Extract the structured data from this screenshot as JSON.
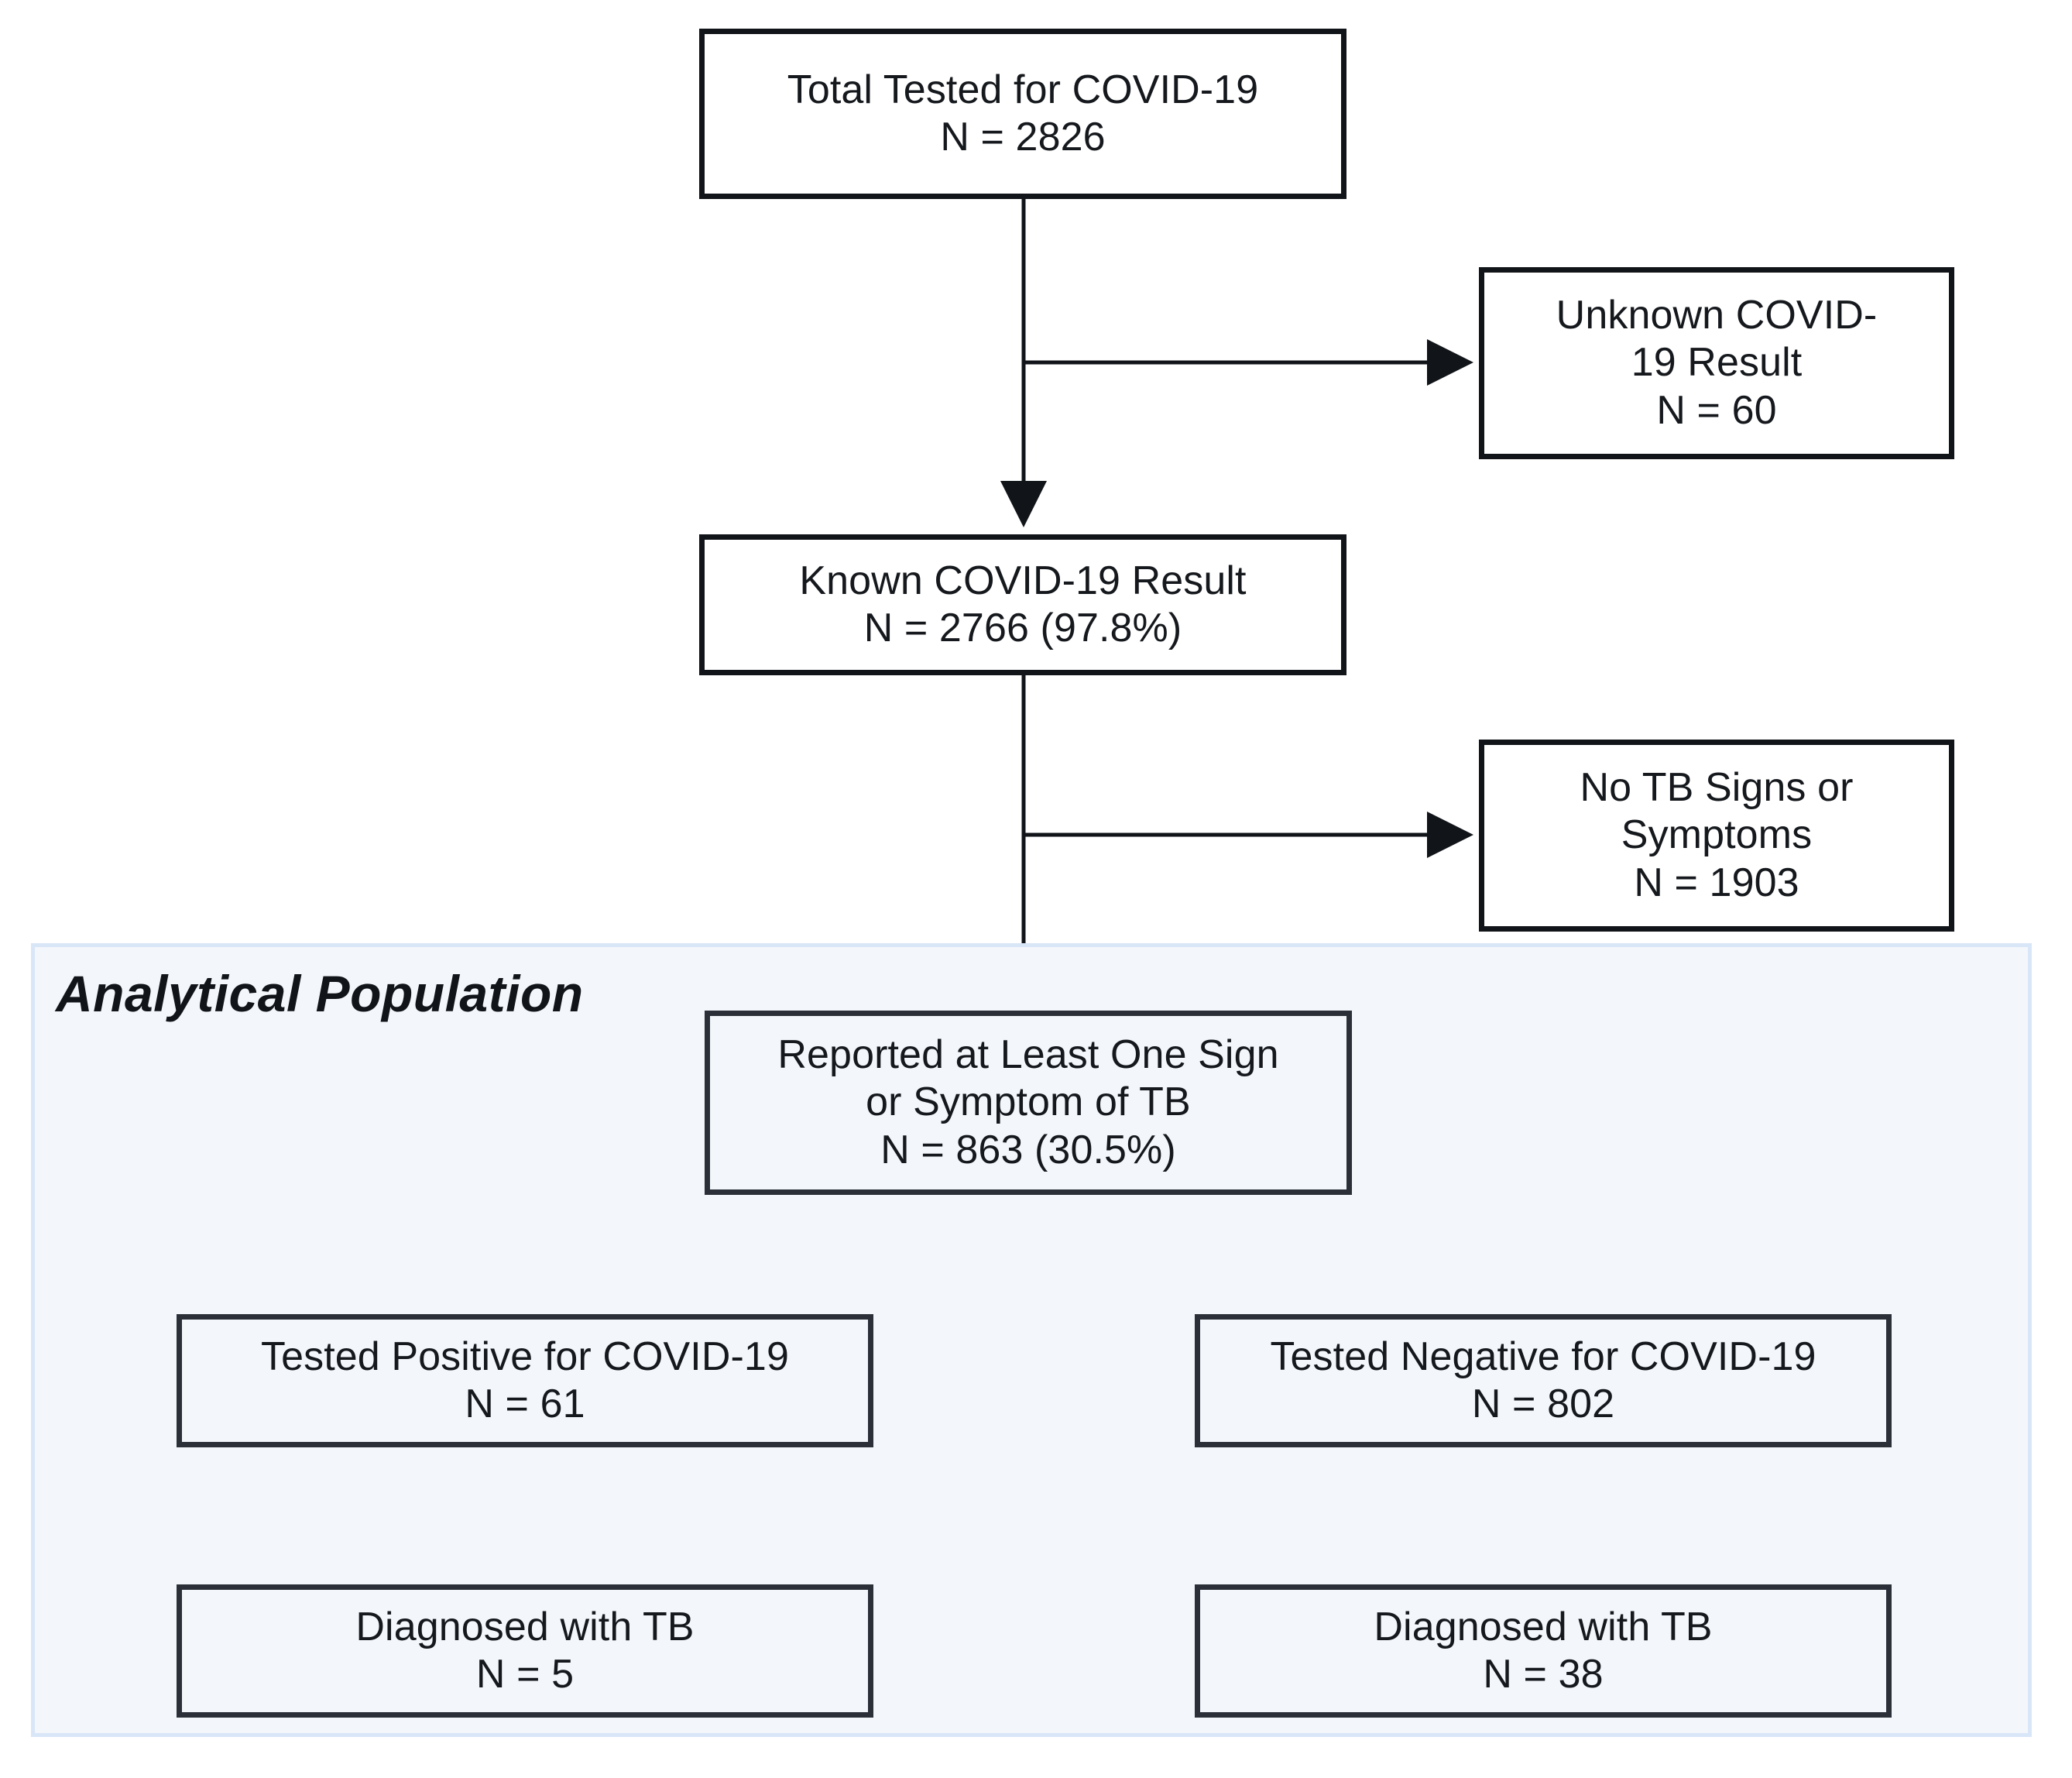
{
  "diagram": {
    "type": "flowchart",
    "title": "COVID-19 and TB screening participant flow",
    "panel": {
      "label": "Analytical Population",
      "fill_color": "#f3f6fb",
      "border_color": "#d9e6f7"
    },
    "colors": {
      "node_border": "#111418",
      "node_border_shaded": "#2b3038",
      "node_fill": "#ffffff",
      "node_fill_shaded": "#f3f6fb",
      "connector": "#3a4049",
      "text": "#15181c"
    },
    "nodes": [
      {
        "id": "total",
        "lines": [
          "Total Tested for COVID-19",
          "N = 2826"
        ],
        "n": 2826,
        "shaded": false
      },
      {
        "id": "unknown",
        "lines": [
          "Unknown COVID-",
          "19 Result",
          "N = 60"
        ],
        "n": 60,
        "shaded": false
      },
      {
        "id": "known",
        "lines": [
          "Known COVID-19 Result",
          "N = 2766 (97.8%)"
        ],
        "n": 2766,
        "percent": "97.8%",
        "shaded": false
      },
      {
        "id": "no_tb",
        "lines": [
          "No TB Signs or",
          "Symptoms",
          "N = 1903"
        ],
        "n": 1903,
        "shaded": false
      },
      {
        "id": "reported",
        "lines": [
          "Reported at Least One Sign",
          "or Symptom of TB",
          "N = 863 (30.5%)"
        ],
        "n": 863,
        "percent": "30.5%",
        "shaded": true
      },
      {
        "id": "tested_positive",
        "lines": [
          "Tested Positive for COVID-19",
          "N = 61"
        ],
        "n": 61,
        "shaded": true
      },
      {
        "id": "tested_negative",
        "lines": [
          "Tested Negative for COVID-19",
          "N = 802"
        ],
        "n": 802,
        "shaded": true
      },
      {
        "id": "tb_left",
        "lines": [
          "Diagnosed with TB",
          "N = 5"
        ],
        "n": 5,
        "shaded": true
      },
      {
        "id": "tb_right",
        "lines": [
          "Diagnosed with TB",
          "N = 38"
        ],
        "n": 38,
        "shaded": true
      }
    ],
    "edges": [
      {
        "from": "total",
        "to": "known",
        "style": "straight-down-arrow"
      },
      {
        "from": "total",
        "to": "unknown",
        "style": "branch-right-arrow"
      },
      {
        "from": "known",
        "to": "reported",
        "style": "straight-down-arrow"
      },
      {
        "from": "known",
        "to": "no_tb",
        "style": "branch-right-arrow"
      },
      {
        "from": "reported",
        "to": "tested_positive",
        "style": "split-left-arrow"
      },
      {
        "from": "reported",
        "to": "tested_negative",
        "style": "split-right-arrow"
      },
      {
        "from": "tested_positive",
        "to": "tb_left",
        "style": "straight-down-arrow"
      },
      {
        "from": "tested_negative",
        "to": "tb_right",
        "style": "straight-down-arrow"
      }
    ]
  }
}
